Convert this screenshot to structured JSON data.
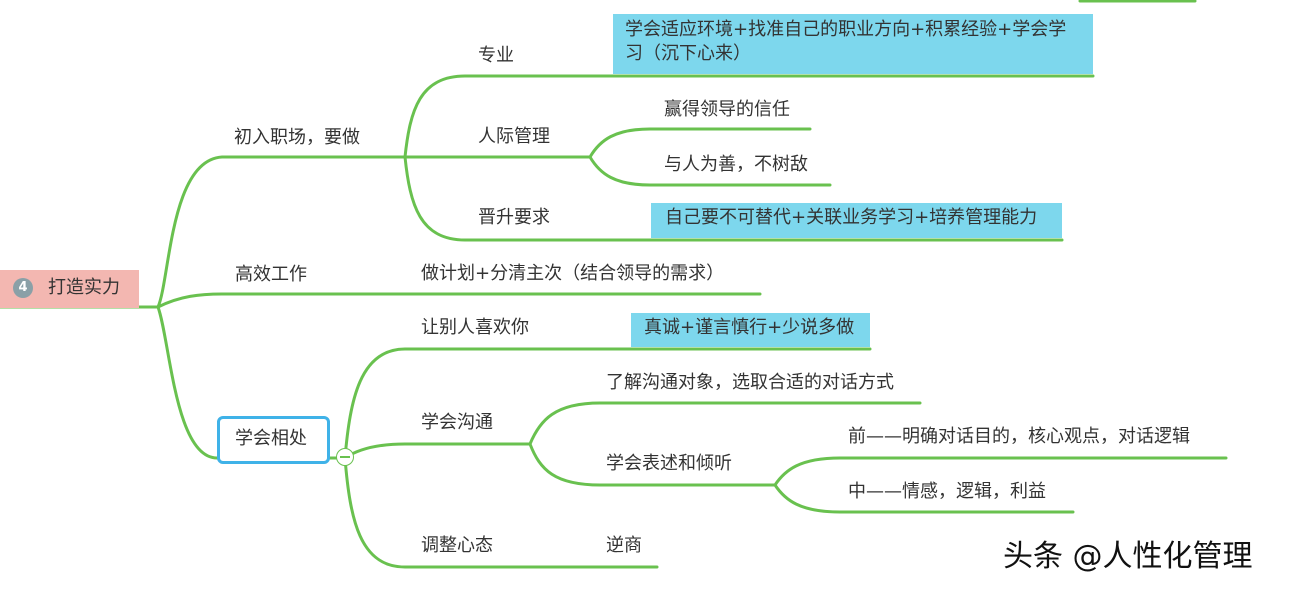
{
  "root": {
    "badge": "4",
    "label": "打造实力"
  },
  "branches": {
    "work_start": {
      "label": "初入职场，要做",
      "professional": {
        "label": "专业",
        "note": "学会适应环境+找准自己的职业方向+积累经验+学会学习（沉下心来）"
      },
      "relations": {
        "label": "人际管理",
        "items": [
          "赢得领导的信任",
          "与人为善，不树敌"
        ]
      },
      "promotion": {
        "label": "晋升要求",
        "note": "自己要不可替代+关联业务学习+培养管理能力"
      }
    },
    "efficient": {
      "label": "高效工作",
      "note": "做计划+分清主次（结合领导的需求）"
    },
    "get_along": {
      "label": "学会相处",
      "liked": {
        "label": "让别人喜欢你",
        "note": "真诚+谨言慎行+少说多做"
      },
      "communicate": {
        "label": "学会沟通",
        "know_target": "了解沟通对象，选取合适的对话方式",
        "express": {
          "label": "学会表述和倾听",
          "before": "前——明确对话目的，核心观点，对话逻辑",
          "during": "中——情感，逻辑，利益"
        }
      },
      "mindset": {
        "label": "调整心态",
        "note": "逆商"
      }
    }
  },
  "watermark": "头条 @人性化管理",
  "colors": {
    "line": "#69c14f",
    "highlight": "#7dd7ed",
    "root_bg": "#f3b7b1",
    "selection": "#3fb2e8"
  }
}
